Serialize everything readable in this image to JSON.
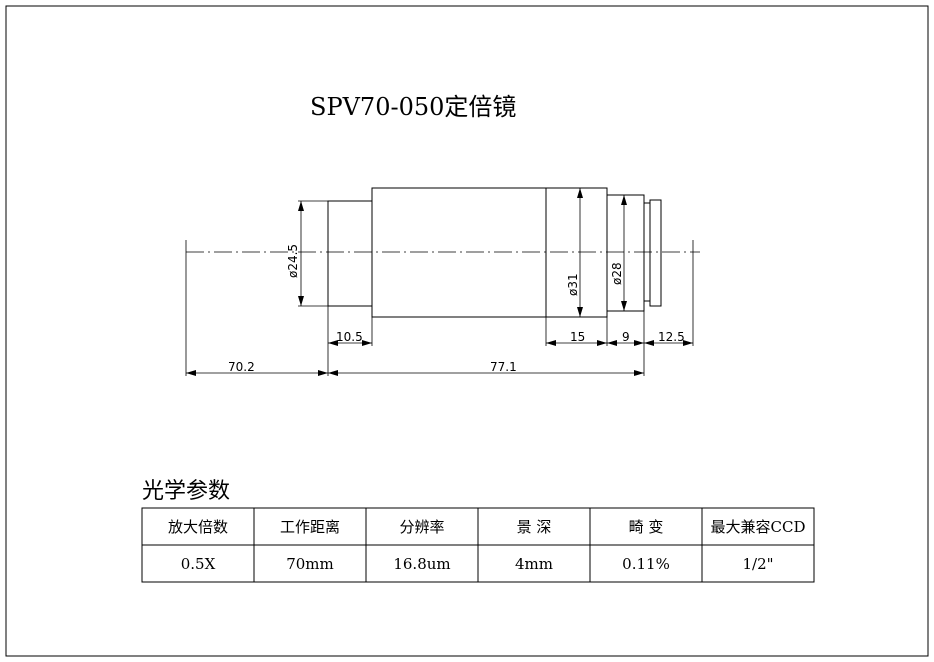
{
  "title": "SPV70-050定倍镜",
  "drawing": {
    "diameters": {
      "d1": "ø24.5",
      "d2": "ø31",
      "d3": "ø28"
    },
    "lengths": {
      "l1": "10.5",
      "l2": "15",
      "l3": "9",
      "l4": "12.5",
      "l5": "70.2",
      "l6": "77.1"
    }
  },
  "section_title": "光学参数",
  "table": {
    "headers": [
      "放大倍数",
      "工作距离",
      "分辨率",
      "景 深",
      "畸 变",
      "最大兼容CCD"
    ],
    "values": [
      "0.5X",
      "70mm",
      "16.8um",
      "4mm",
      "0.11%",
      "1/2\""
    ]
  }
}
